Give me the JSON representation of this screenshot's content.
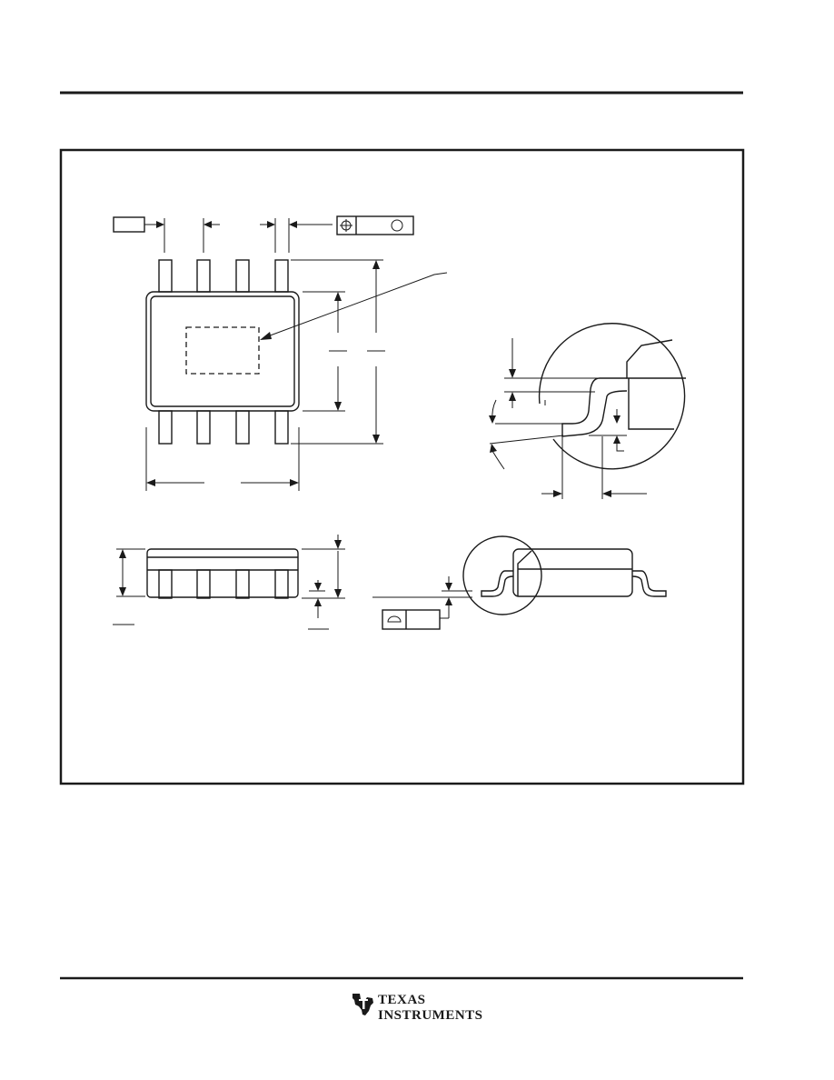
{
  "logo": {
    "name": "texas-instruments-logo",
    "lines": [
      "TEXAS",
      "INSTRUMENTS"
    ]
  },
  "icons": {
    "position_symbol": "position-tolerance-icon",
    "flatness_symbol": "flatness-icon",
    "diameter_symbol": "circle-icon"
  }
}
